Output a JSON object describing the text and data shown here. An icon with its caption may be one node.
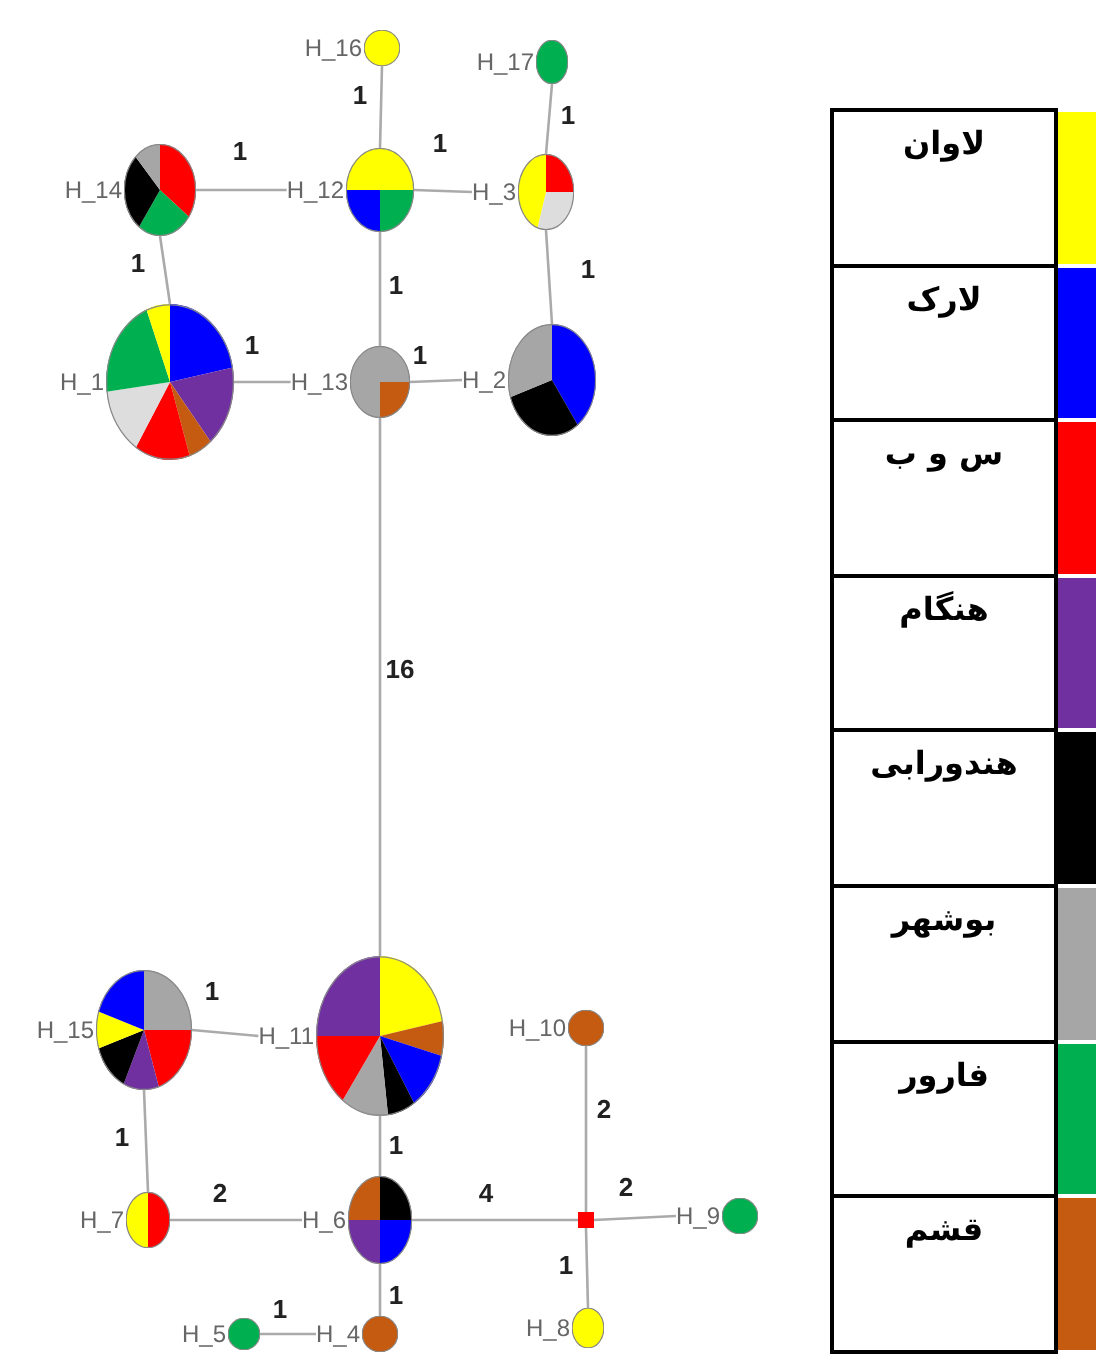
{
  "diagram": {
    "nodes": [
      {
        "text": [
          "H_16"
        ]
      },
      {
        "text": [
          "H_17"
        ]
      },
      {
        "text": [
          "H_14"
        ]
      },
      {
        "text": [
          "H_12"
        ]
      },
      {
        "text": [
          "H_3"
        ]
      },
      {
        "text": [
          "H_1"
        ]
      },
      {
        "text": [
          "H_13"
        ]
      },
      {
        "text": [
          "H_2"
        ]
      },
      {
        "text": [
          "H_15"
        ]
      },
      {
        "text": [
          "H_11"
        ]
      },
      {
        "text": [
          "H_10"
        ]
      },
      {
        "text": [
          "H_7"
        ]
      },
      {
        "text": [
          "H_6"
        ]
      },
      {
        "text": [],
        "shape": "box"
      },
      {
        "text": [
          "H_9"
        ]
      },
      {
        "text": [
          "H_5"
        ]
      },
      {
        "text": [
          "H_4"
        ]
      },
      {
        "text": [
          "H_8"
        ]
      }
    ],
    "edges": [
      {
        "from": 0,
        "to": 3,
        "arrow": "none",
        "label": "1"
      },
      {
        "from": 1,
        "to": 4,
        "arrow": "none",
        "label": "1"
      },
      {
        "from": 2,
        "to": 3,
        "arrow": "none",
        "label": "1"
      },
      {
        "from": 3,
        "to": 4,
        "arrow": "none",
        "label": "1"
      },
      {
        "from": 2,
        "to": 5,
        "arrow": "none",
        "label": "1"
      },
      {
        "from": 3,
        "to": 6,
        "arrow": "none",
        "label": "1"
      },
      {
        "from": 4,
        "to": 7,
        "arrow": "none",
        "label": "1"
      },
      {
        "from": 5,
        "to": 6,
        "arrow": "none",
        "label": "1"
      },
      {
        "from": 6,
        "to": 7,
        "arrow": "none",
        "label": "1"
      },
      {
        "from": 6,
        "to": 9,
        "arrow": "none",
        "label": "16"
      },
      {
        "from": 8,
        "to": 9,
        "arrow": "none",
        "label": "1"
      },
      {
        "from": 8,
        "to": 11,
        "arrow": "none",
        "label": "1"
      },
      {
        "from": 9,
        "to": 12,
        "arrow": "none",
        "label": "1"
      },
      {
        "from": 11,
        "to": 12,
        "arrow": "none",
        "label": "2"
      },
      {
        "from": 12,
        "to": 13,
        "arrow": "none",
        "label": "4"
      },
      {
        "from": 13,
        "to": 10,
        "arrow": "none",
        "label": "2"
      },
      {
        "from": 13,
        "to": 14,
        "arrow": "none",
        "label": "2"
      },
      {
        "from": 13,
        "to": 17,
        "arrow": "none",
        "label": "1"
      },
      {
        "from": 12,
        "to": 16,
        "arrow": "none",
        "label": "1"
      },
      {
        "from": 15,
        "to": 16,
        "arrow": "none",
        "label": "1"
      }
    ],
    "legend": [
      {
        "text": "لاوان",
        "color": "#ffff00"
      },
      {
        "text": "لارک",
        "color": "#0000ff"
      },
      {
        "text": "س و ب",
        "color": "#ff0000"
      },
      {
        "text": "هنگام",
        "color": "#7030a0"
      },
      {
        "text": "هندورابی",
        "color": "#000000"
      },
      {
        "text": "بوشهر",
        "color": "#a6a6a6"
      },
      {
        "text": "فارور",
        "color": "#00b050"
      },
      {
        "text": "قشم",
        "color": "#c55a11"
      }
    ]
  }
}
